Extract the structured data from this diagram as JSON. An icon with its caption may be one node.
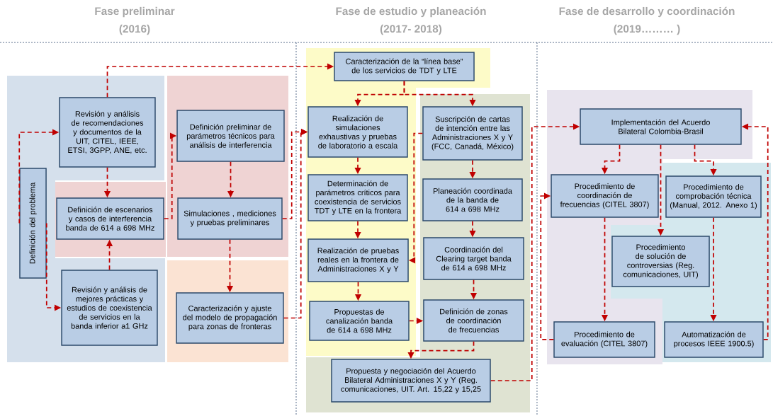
{
  "diagram": {
    "nodes": [
      {
        "text": [
          "Definición del problema"
        ]
      },
      {
        "text": [
          "Revisión y análisis de recomendaciones y documentos de la UIT, CITEL, IEEE, ETSI, 3GPP, ANE, etc."
        ]
      },
      {
        "text": [
          "Definición de escenarios y casos de interferencia banda de 614 a 698 MHz"
        ]
      },
      {
        "text": [
          "Revisión y análisis de mejores prácticas y estudios de coexistencia de servicios en la banda inferior a1 GHz"
        ]
      },
      {
        "text": [
          "Definición preliminar de parámetros técnicos para análisis de interferencia"
        ]
      },
      {
        "text": [
          "Simulaciones , mediciones y pruebas preliminares"
        ]
      },
      {
        "text": [
          "Caracterización y ajuste del modelo de propagación para zonas de fronteras"
        ]
      },
      {
        "text": [
          "Caracterización de la “línea base” de los servicios de TDT y LTE"
        ]
      },
      {
        "text": [
          "Realización de simulaciones exhaustivas y pruebas de laboratorio a escala"
        ]
      },
      {
        "text": [
          "Determinación de parámetros críticos para coexistencia de servicios TDT y LTE en la frontera"
        ]
      },
      {
        "text": [
          "Realización de pruebas reales en la frontera de Administraciones X y Y"
        ]
      },
      {
        "text": [
          "Propuestas de canalización banda de 614 a 698 MHz"
        ]
      },
      {
        "text": [
          "Suscripción de cartas de intención entre las Administraciones X y Y (FCC, Canadá, México)"
        ]
      },
      {
        "text": [
          "Planeación coordinada de la banda de 614 a 698 MHz"
        ]
      },
      {
        "text": [
          "Coordinación del Clearing target banda de 614 a 698 MHz"
        ]
      },
      {
        "text": [
          "Definición de zonas de coordinación de frecuencias"
        ]
      },
      {
        "text": [
          "Propuesta y negociación del Acuerdo Bilateral Administraciones X y Y (Reg. comunicaciones, UIT. Art. 15,22 y 15,25"
        ]
      },
      {
        "text": [
          "Implementación del Acuerdo Bilateral Colombia-Brasil"
        ]
      },
      {
        "text": [
          "Procedimiento de coordinación de frecuencias (CITEL 3807)"
        ]
      },
      {
        "text": [
          "Procedimiento de comprobación técnica (Manual, 2012. Anexo 1)"
        ]
      },
      {
        "text": [
          "Procedimiento de solución de controversias (Reg. comunicaciones, UIT)"
        ]
      },
      {
        "text": [
          "Procedimiento de evaluación (CITEL 3807)"
        ]
      },
      {
        "text": [
          "Automatización de procesos IEEE 1900.5)"
        ]
      }
    ],
    "edges": [
      {
        "from": 0,
        "to": 1,
        "arrow": "to",
        "style": "dashed"
      },
      {
        "from": 0,
        "to": 3,
        "arrow": "to",
        "style": "dashed"
      },
      {
        "from": 1,
        "to": 2,
        "arrow": "to",
        "style": "dashed"
      },
      {
        "from": 3,
        "to": 2,
        "arrow": "to",
        "style": "dashed"
      },
      {
        "from": 1,
        "to": 7,
        "arrow": "to",
        "style": "dashed"
      },
      {
        "from": 2,
        "to": 4,
        "arrow": "to",
        "style": "dashed"
      },
      {
        "from": 4,
        "to": 5,
        "arrow": "to",
        "style": "dashed"
      },
      {
        "from": 5,
        "to": 6,
        "arrow": "to",
        "style": "dashed"
      },
      {
        "from": 5,
        "to": 8,
        "arrow": "to",
        "style": "dashed"
      },
      {
        "from": 6,
        "to": 8,
        "arrow": "to",
        "style": "dashed"
      },
      {
        "from": 7,
        "to": 8,
        "arrow": "to",
        "style": "dashed"
      },
      {
        "from": 7,
        "to": 12,
        "arrow": "to",
        "style": "dashed"
      },
      {
        "from": 8,
        "to": 9,
        "arrow": "to",
        "style": "dashed"
      },
      {
        "from": 9,
        "to": 10,
        "arrow": "to",
        "style": "dashed"
      },
      {
        "from": 10,
        "to": 11,
        "arrow": "to",
        "style": "dashed"
      },
      {
        "from": 12,
        "to": 10,
        "arrow": "to",
        "style": "dashed"
      },
      {
        "from": 12,
        "to": 13,
        "arrow": "to",
        "style": "dashed"
      },
      {
        "from": 13,
        "to": 14,
        "arrow": "to",
        "style": "dashed"
      },
      {
        "from": 14,
        "to": 15,
        "arrow": "to",
        "style": "dashed"
      },
      {
        "from": 11,
        "to": 15,
        "arrow": "to",
        "style": "dashed"
      },
      {
        "from": 15,
        "to": 16,
        "arrow": "to",
        "style": "dashed"
      },
      {
        "from": 16,
        "to": 17,
        "arrow": "to",
        "style": "dashed"
      },
      {
        "from": 17,
        "to": 18,
        "arrow": "to",
        "style": "dashed"
      },
      {
        "from": 17,
        "to": 20,
        "arrow": "to",
        "style": "dashed"
      },
      {
        "from": 17,
        "to": 19,
        "arrow": "to",
        "style": "dashed"
      },
      {
        "from": 18,
        "to": 21,
        "arrow": "to",
        "style": "dashed"
      },
      {
        "from": 19,
        "to": 22,
        "arrow": "to",
        "style": "dashed"
      },
      {
        "from": 21,
        "to": 18,
        "arrow": "to",
        "style": "dashed"
      },
      {
        "from": 22,
        "to": 17,
        "arrow": "to",
        "style": "dashed"
      }
    ],
    "labels": [
      "Fase preliminar",
      "(2016)",
      "Fase de estudio y planeación",
      "(2017- 2018)",
      "Fase de desarrollo y coordinación",
      "(2019……… )"
    ]
  }
}
